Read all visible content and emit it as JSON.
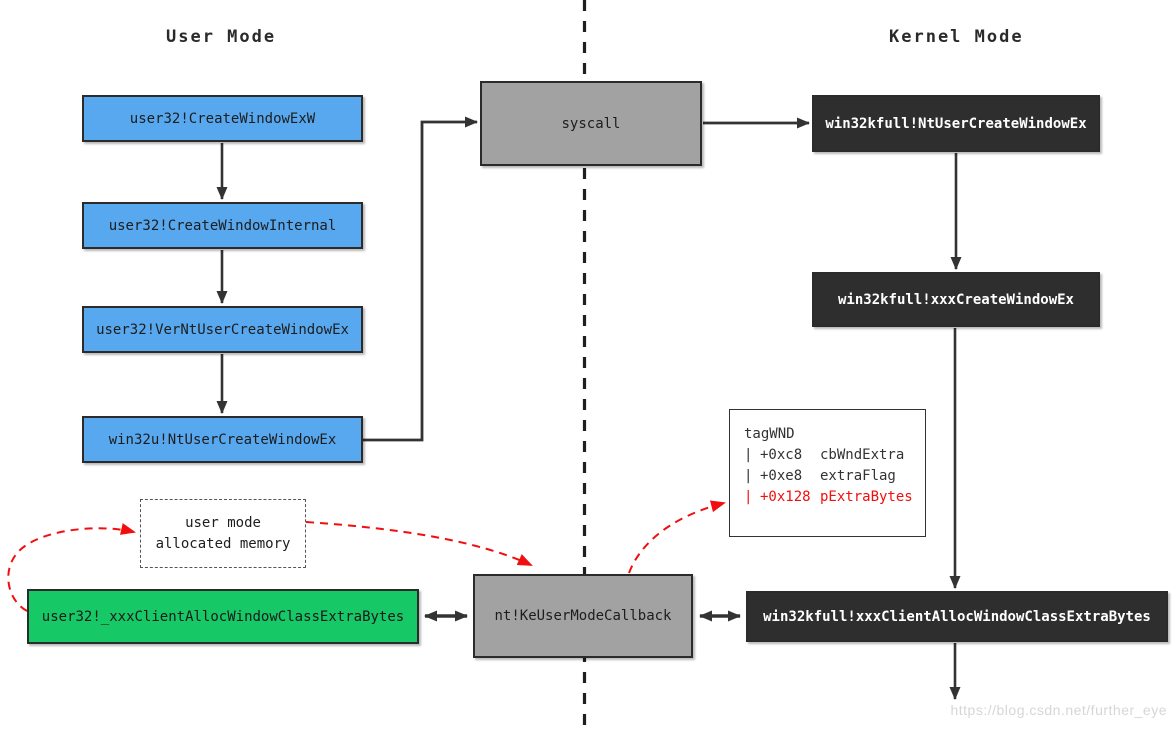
{
  "titles": {
    "user_mode": "User Mode",
    "kernel_mode": "Kernel Mode"
  },
  "user_chain": [
    {
      "label": "user32!CreateWindowExW"
    },
    {
      "label": "user32!CreateWindowInternal"
    },
    {
      "label": "user32!VerNtUserCreateWindowEx"
    },
    {
      "label": "win32u!NtUserCreateWindowEx"
    }
  ],
  "syscall_box": {
    "label": "syscall"
  },
  "kernel_chain": [
    {
      "label": "win32kfull!NtUserCreateWindowEx"
    },
    {
      "label": "win32kfull!xxxCreateWindowEx"
    },
    {
      "label": "win32kfull!xxxClientAllocWindowClassExtraBytes"
    }
  ],
  "callback_box": {
    "label": "nt!KeUserModeCallback"
  },
  "alloc_box": {
    "label": "user32!_xxxClientAllocWindowClassExtraBytes"
  },
  "memory_box": {
    "line1": "user mode",
    "line2": "allocated memory"
  },
  "tagwnd": {
    "title": "tagWND",
    "pipe": "|",
    "fields": [
      {
        "offset": "+0xc8",
        "name": "cbWndExtra"
      },
      {
        "offset": "+0xe8",
        "name": "extraFlag"
      },
      {
        "offset": "+0x128",
        "name": "pExtraBytes"
      }
    ]
  },
  "watermark": "https://blog.csdn.net/further_eye",
  "colors": {
    "user_mode_box": "#58a8ef",
    "kernel_mode_box": "#2e2e2e",
    "neutral_box": "#a2a2a2",
    "alloc_box": "#16c866",
    "highlight_red": "#f10e0e",
    "wire": "#333333"
  }
}
